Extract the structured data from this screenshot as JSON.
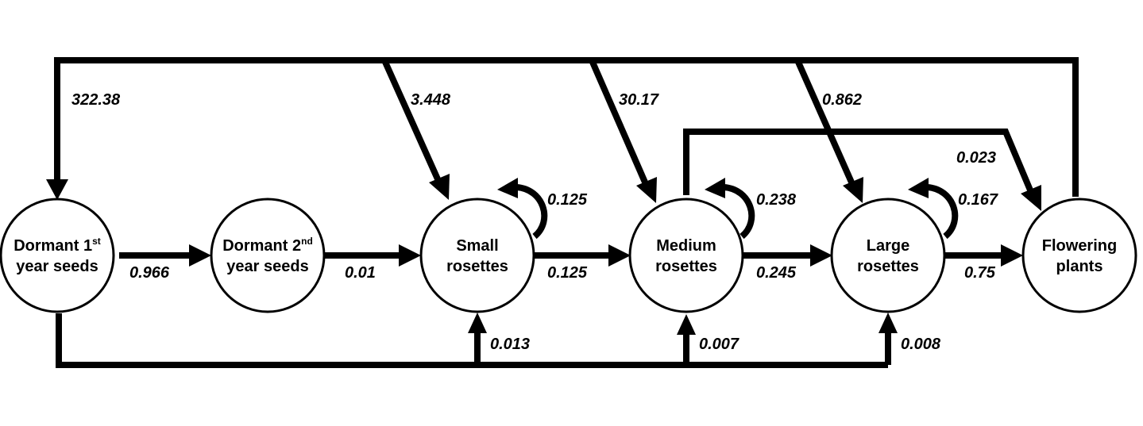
{
  "nodes": {
    "dormant1": {
      "line1": "Dormant 1",
      "line1_sup": "st",
      "line2": "year seeds"
    },
    "dormant2": {
      "line1": "Dormant 2",
      "line1_sup": "nd",
      "line2": "year seeds"
    },
    "small": {
      "line1": "Small",
      "line2": "rosettes"
    },
    "medium": {
      "line1": "Medium",
      "line2": "rosettes"
    },
    "large": {
      "line1": "Large",
      "line2": "rosettes"
    },
    "flowering": {
      "line1": "Flowering",
      "line2": "plants"
    }
  },
  "edges": {
    "dormant1_to_dormant2": "0.966",
    "dormant2_to_small": "0.01",
    "small_to_medium": "0.125",
    "medium_to_large": "0.245",
    "large_to_flowering": "0.75",
    "small_self": "0.125",
    "medium_self": "0.238",
    "large_self": "0.167",
    "flowering_to_dormant1": "322.38",
    "flowering_to_small": "3.448",
    "flowering_to_medium": "30.17",
    "flowering_to_large": "0.862",
    "medium_to_flowering": "0.023",
    "dormant1_to_small": "0.013",
    "dormant1_to_medium": "0.007",
    "dormant1_to_large": "0.008"
  }
}
